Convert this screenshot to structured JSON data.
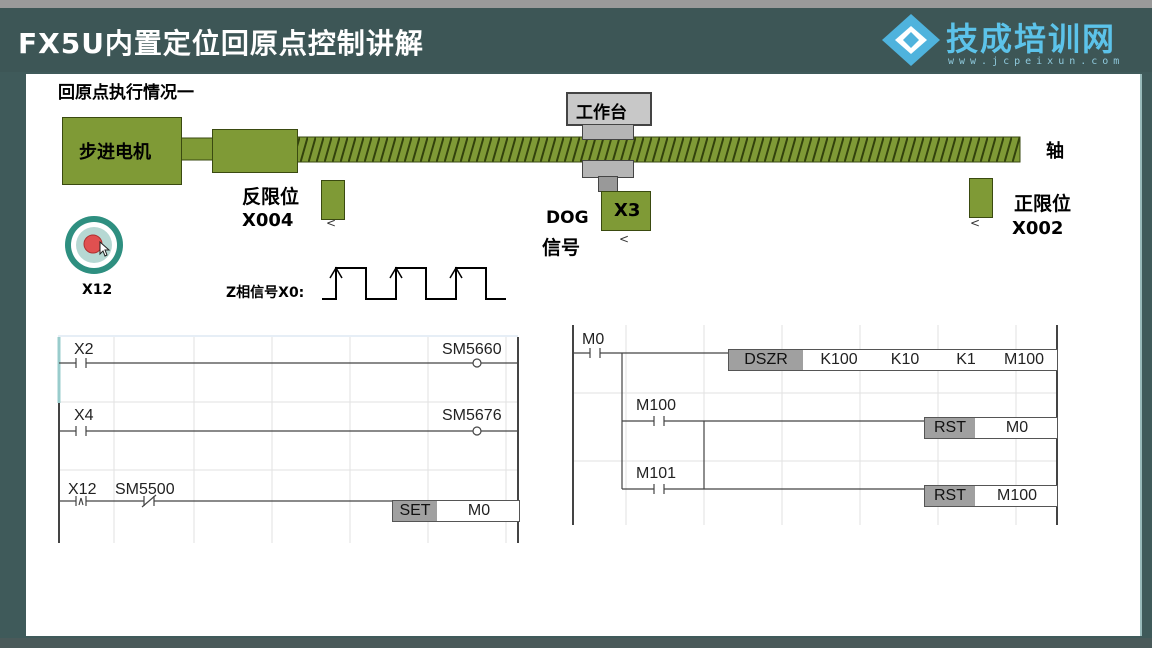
{
  "slide": {
    "title": "FX5U内置定位回原点控制讲解",
    "brand": "技成培训网",
    "brand_url": "www.jcpeixun.com",
    "subtitle": "回原点执行情况一"
  },
  "diagram": {
    "motor_label": "步进电机",
    "axis_label": "轴",
    "table_label": "工作台",
    "reverse_limit": {
      "name": "反限位",
      "addr": "X004"
    },
    "forward_limit": {
      "name": "正限位",
      "addr": "X002"
    },
    "dog": {
      "line1": "DOG",
      "line2": "信号",
      "addr": "X3"
    },
    "button_label": "X12",
    "z_phase_label": "Z相信号X0:"
  },
  "ladder_left": {
    "rungs": [
      {
        "contact": "X2",
        "coil": "SM5660"
      },
      {
        "contact": "X4",
        "coil": "SM5676"
      },
      {
        "contact1": "X12",
        "contact2": "SM5500",
        "instr": "SET",
        "operand": "M0"
      }
    ]
  },
  "ladder_right": {
    "rung1": {
      "contact": "M0",
      "instr": "DSZR",
      "args": [
        "K100",
        "K10",
        "K1",
        "M100"
      ]
    },
    "rung2": {
      "contact": "M100",
      "instr": "RST",
      "operand": "M0"
    },
    "rung3": {
      "contact": "M101",
      "instr": "RST",
      "operand": "M100"
    }
  },
  "colors": {
    "motor_green": "#7f9a36",
    "header_bg": "#3d5656",
    "brand_blue": "#5cc3ea"
  }
}
